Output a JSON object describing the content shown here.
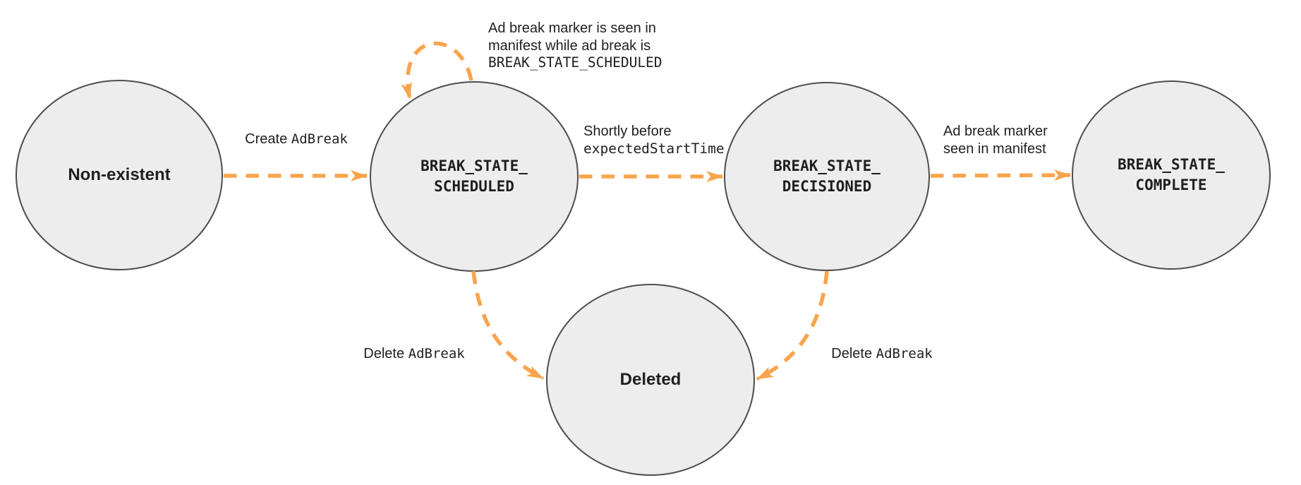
{
  "colors": {
    "arrow": "#F9A44C",
    "node_fill": "#EDEDED",
    "node_border": "#4D4D4D",
    "text": "#1F1F1F"
  },
  "nodes": {
    "non_existent": {
      "label": "Non-existent"
    },
    "scheduled": {
      "line1": "BREAK_STATE_",
      "line2": "SCHEDULED"
    },
    "decisioned": {
      "line1": "BREAK_STATE_",
      "line2": "DECISIONED"
    },
    "complete": {
      "line1": "BREAK_STATE_",
      "line2": "COMPLETE"
    },
    "deleted": {
      "label": "Deleted"
    }
  },
  "edges": {
    "create": {
      "action": "Create",
      "code": "AdBreak"
    },
    "self_loop": {
      "line1": "Ad break marker is seen in",
      "line2": "manifest while ad break is",
      "line3": "BREAK_STATE_SCHEDULED"
    },
    "to_decisioned": {
      "line1": "Shortly before",
      "line2": "expectedStartTime"
    },
    "to_complete": {
      "line1": "Ad break marker",
      "line2": "seen in manifest"
    },
    "delete_from_scheduled": {
      "action": "Delete",
      "code": "AdBreak"
    },
    "delete_from_decisioned": {
      "action": "Delete",
      "code": "AdBreak"
    }
  }
}
